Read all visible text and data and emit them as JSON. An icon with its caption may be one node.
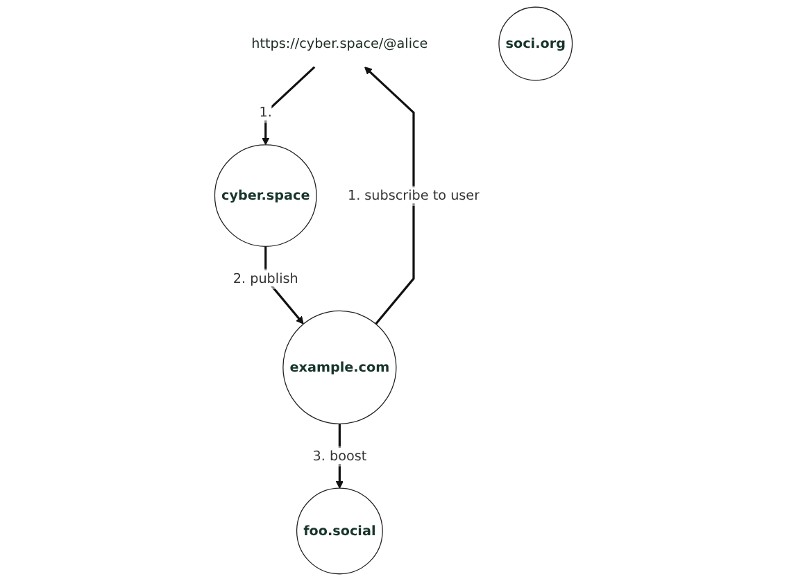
{
  "diagram": {
    "nodes": [
      {
        "text": [
          "https://cyber.space/@alice"
        ]
      },
      {
        "text": [
          "cyber.space"
        ]
      },
      {
        "text": [
          "example.com"
        ]
      },
      {
        "text": [
          "soci.org"
        ]
      },
      {
        "text": [
          "foo.social"
        ]
      }
    ],
    "edges": [
      {
        "from": 0,
        "to": 1,
        "arrow": "to",
        "label": "1."
      },
      {
        "from": 2,
        "to": 0,
        "arrow": "to",
        "label": "1. subscribe to user"
      },
      {
        "from": 1,
        "to": 2,
        "arrow": "to",
        "label": "2. publish"
      },
      {
        "from": 2,
        "to": 4,
        "arrow": "to",
        "label": "3. boost"
      }
    ]
  }
}
